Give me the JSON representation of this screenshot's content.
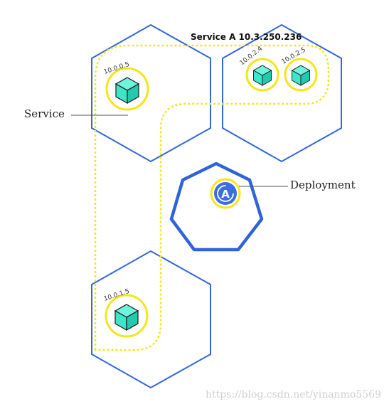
{
  "service_title": "Service A 10.3.250.236",
  "service_label": "Service",
  "deployment_label": "Deployment",
  "deployment_icon_letter": "A",
  "watermark": "https://blog.csdn.net/yinanmo5569",
  "pods": [
    {
      "ip": "10.0.0.5"
    },
    {
      "ip": "10.0.2.4"
    },
    {
      "ip": "10.0.2.5"
    },
    {
      "ip": "10.0.1.5"
    }
  ],
  "colors": {
    "node_stroke": "#3367d6",
    "service_dash": "#f5e61a",
    "pod_ring": "#f5e61a",
    "cube_fill": "#3ee6c8",
    "deployment_stroke": "#2f63d8",
    "deployment_icon_bg": "#3b6fe0"
  }
}
